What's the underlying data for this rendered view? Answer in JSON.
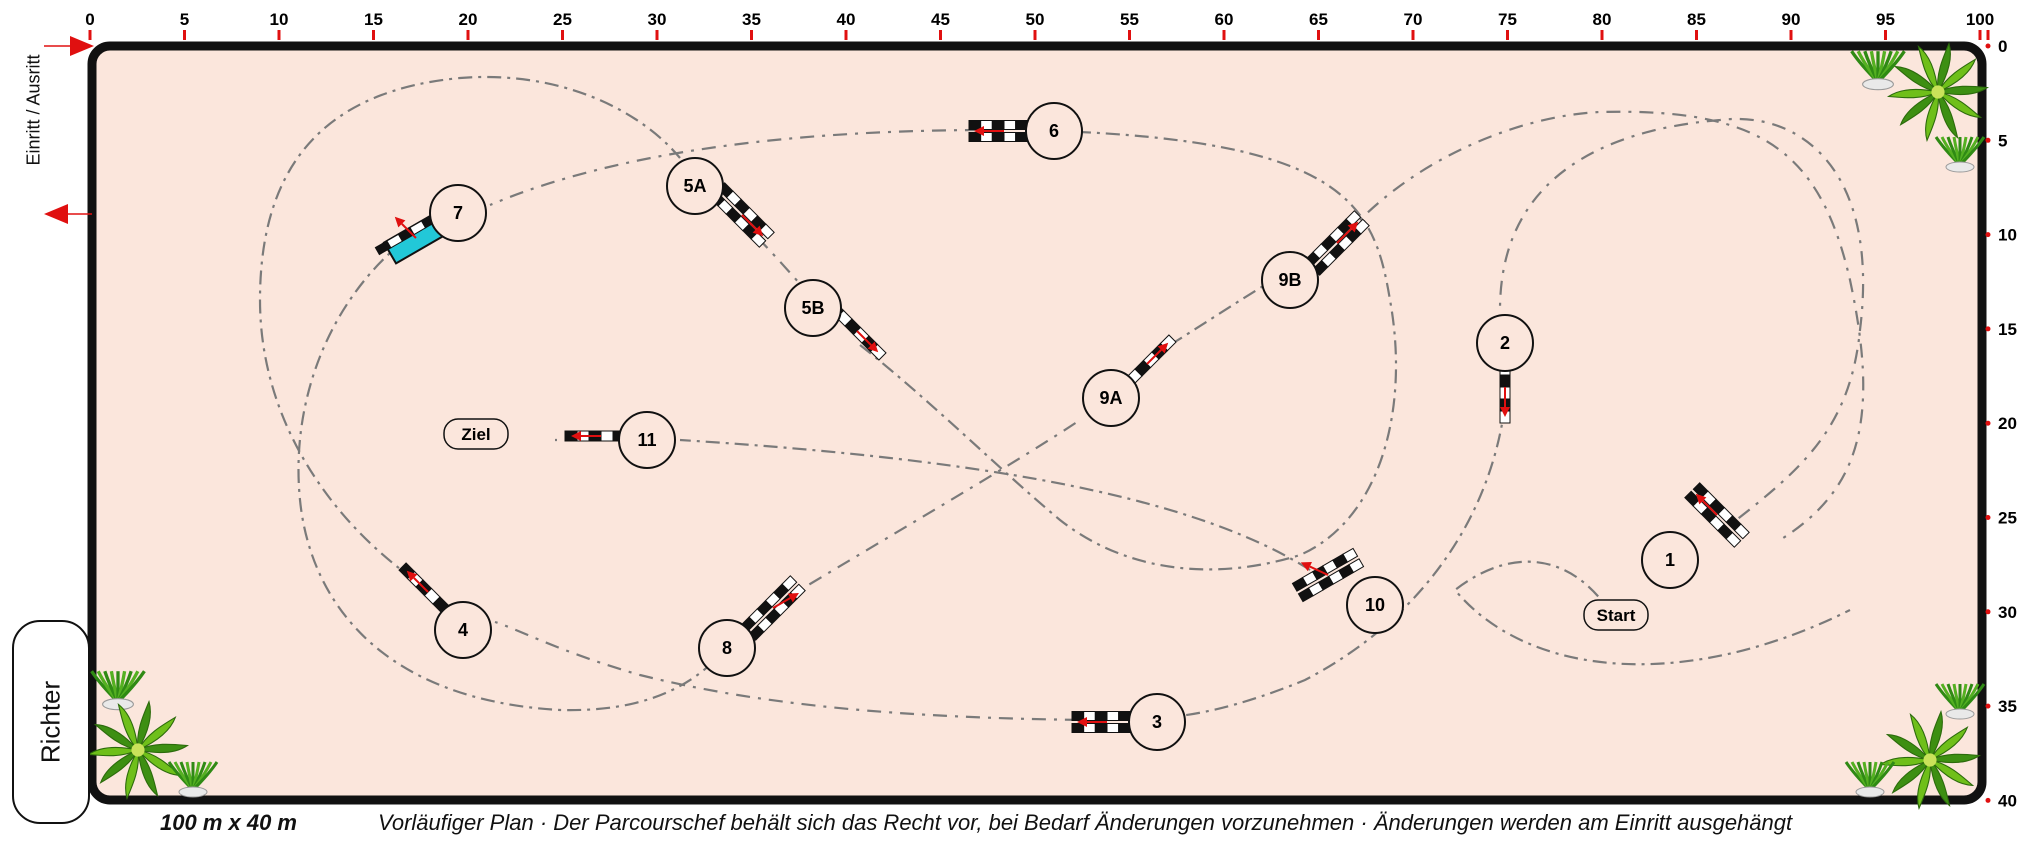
{
  "arena": {
    "size_label": "100 m x 40 m",
    "note": "Vorläufiger Plan · Der Parcourschef behält sich das Recht vor, bei Bedarf Änderungen vorzunehmen · Änderungen werden am Einritt ausgehängt",
    "entry_label": "Einritt / Ausritt",
    "judge_label": "Richter",
    "ground_color": "#fbe6dc",
    "border_color": "#111111",
    "mark_color": "#e01010"
  },
  "scale": {
    "top_ticks": [
      "0",
      "5",
      "10",
      "15",
      "20",
      "25",
      "30",
      "35",
      "40",
      "45",
      "50",
      "55",
      "60",
      "65",
      "70",
      "75",
      "80",
      "85",
      "90",
      "95",
      "100"
    ],
    "right_ticks": [
      "0",
      "5",
      "10",
      "15",
      "20",
      "25",
      "30",
      "35",
      "40"
    ]
  },
  "obstacles": [
    {
      "label": "1",
      "kind": "oxer"
    },
    {
      "label": "2",
      "kind": "vertical"
    },
    {
      "label": "3",
      "kind": "oxer"
    },
    {
      "label": "4",
      "kind": "vertical"
    },
    {
      "label": "5A",
      "kind": "oxer"
    },
    {
      "label": "5B",
      "kind": "vertical"
    },
    {
      "label": "6",
      "kind": "oxer"
    },
    {
      "label": "7",
      "kind": "water"
    },
    {
      "label": "8",
      "kind": "oxer"
    },
    {
      "label": "9A",
      "kind": "vertical"
    },
    {
      "label": "9B",
      "kind": "oxer"
    },
    {
      "label": "10",
      "kind": "oxer"
    },
    {
      "label": "11",
      "kind": "vertical"
    }
  ],
  "markers": {
    "start": "Start",
    "finish": "Ziel"
  },
  "legend_icons": [
    "plant-icon",
    "palm-icon"
  ]
}
